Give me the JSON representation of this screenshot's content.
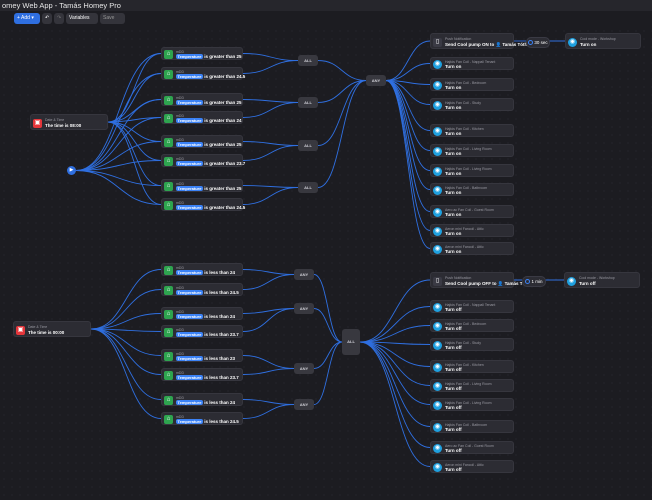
{
  "window": {
    "title": "omey Web App - Tamás Homey Pro"
  },
  "toolbar": {
    "add_label": "+ Add ▾",
    "undo_label": "↶",
    "redo_label": "↷",
    "variables_label": "Variables",
    "save_label": "Save"
  },
  "colors": {
    "accent": "#2f6fe0",
    "condition": "#2ea44f",
    "trigger": "#e5363b",
    "device": "#1fa1e0",
    "wire": "#2f6fe0"
  },
  "flow1": {
    "trigger": {
      "sub": "Date & Time",
      "label": "The time is 08:00"
    },
    "conditions": [
      {
        "sub": "mDD",
        "pill": "Temperature",
        "text": "is greater than 25"
      },
      {
        "sub": "mDD",
        "pill": "Temperature",
        "text": "is greater than 24.5"
      },
      {
        "sub": "mDD",
        "pill": "Temperature",
        "text": "is greater than 25"
      },
      {
        "sub": "mDD",
        "pill": "Temperature",
        "text": "is greater than 24"
      },
      {
        "sub": "mDD",
        "pill": "Temperature",
        "text": "is greater than 25"
      },
      {
        "sub": "mDD",
        "pill": "Temperature",
        "text": "is greater than 23.7"
      },
      {
        "sub": "mDD",
        "pill": "Temperature",
        "text": "is greater than 25"
      },
      {
        "sub": "mDD",
        "pill": "Temperature",
        "text": "is greater than 24.5"
      }
    ],
    "logic": [
      "ALL",
      "ALL",
      "ALL",
      "ALL",
      "ANY"
    ],
    "actions": [
      {
        "sub": "Push Notification",
        "label": "Send Cool pump ON to 👤 Tamás Tóth"
      },
      {
        "sub": "Hajtós Fan Coil - Nappali Tenant",
        "label": "Turn on"
      },
      {
        "sub": "Hajtós Fan Coil - Bedroom",
        "label": "Turn on"
      },
      {
        "sub": "Hajtós Fan Coil - Study",
        "label": "Turn on"
      },
      {
        "sub": "Hajtós Fan Coil - Kitchen",
        "label": "Turn on"
      },
      {
        "sub": "Hajtós Fan Coil - Living Room",
        "label": "Turn on"
      },
      {
        "sub": "Hajtós Fan Coil - Living Room",
        "label": "Turn on"
      },
      {
        "sub": "Hajtós Fan Coil - Bathroom",
        "label": "Turn on"
      },
      {
        "sub": "Aero ac Fan Coil - Guest Room",
        "label": "Turn on"
      },
      {
        "sub": "Aeron mini Fancoil - Attic",
        "label": "Turn on"
      },
      {
        "sub": "Aeron mini Fancoil - Attic",
        "label": "Turn on"
      }
    ],
    "delay": "30 sec",
    "final": {
      "sub": "Cool mode - Workshop",
      "label": "Turn on"
    }
  },
  "flow2": {
    "trigger": {
      "sub": "Date & Time",
      "label": "The time is 00:00"
    },
    "conditions": [
      {
        "sub": "mDD",
        "pill": "Temperature",
        "text": "is less than 24"
      },
      {
        "sub": "mDD",
        "pill": "Temperature",
        "text": "is less than 24.5"
      },
      {
        "sub": "mDD",
        "pill": "Temperature",
        "text": "is less than 24"
      },
      {
        "sub": "mDD",
        "pill": "Temperature",
        "text": "is less than 23.7"
      },
      {
        "sub": "mDD",
        "pill": "Temperature",
        "text": "is less than 23"
      },
      {
        "sub": "mDD",
        "pill": "Temperature",
        "text": "is less than 23.7"
      },
      {
        "sub": "mDD",
        "pill": "Temperature",
        "text": "is less than 24"
      },
      {
        "sub": "mDD",
        "pill": "Temperature",
        "text": "is less than 24.5"
      }
    ],
    "logic": [
      "ANY",
      "ANY",
      "ANY",
      "ANY",
      "ALL"
    ],
    "actions": [
      {
        "sub": "Push Notification",
        "label": "Send Cool pump OFF to 👤 Tamás Tóth"
      },
      {
        "sub": "Hajtós Fan Coil - Nappali Tenant",
        "label": "Turn off"
      },
      {
        "sub": "Hajtós Fan Coil - Bedroom",
        "label": "Turn off"
      },
      {
        "sub": "Hajtós Fan Coil - Study",
        "label": "Turn off"
      },
      {
        "sub": "Hajtós Fan Coil - Kitchen",
        "label": "Turn off"
      },
      {
        "sub": "Hajtós Fan Coil - Living Room",
        "label": "Turn off"
      },
      {
        "sub": "Hajtós Fan Coil - Living Room",
        "label": "Turn off"
      },
      {
        "sub": "Hajtós Fan Coil - Bathroom",
        "label": "Turn off"
      },
      {
        "sub": "Aero ac Fan Coil - Guest Room",
        "label": "Turn off"
      },
      {
        "sub": "Aeron mini Fancoil - Attic",
        "label": "Turn off"
      }
    ],
    "delay": "1 min",
    "final": {
      "sub": "Cool mode - Workshop",
      "label": "Turn off"
    }
  }
}
